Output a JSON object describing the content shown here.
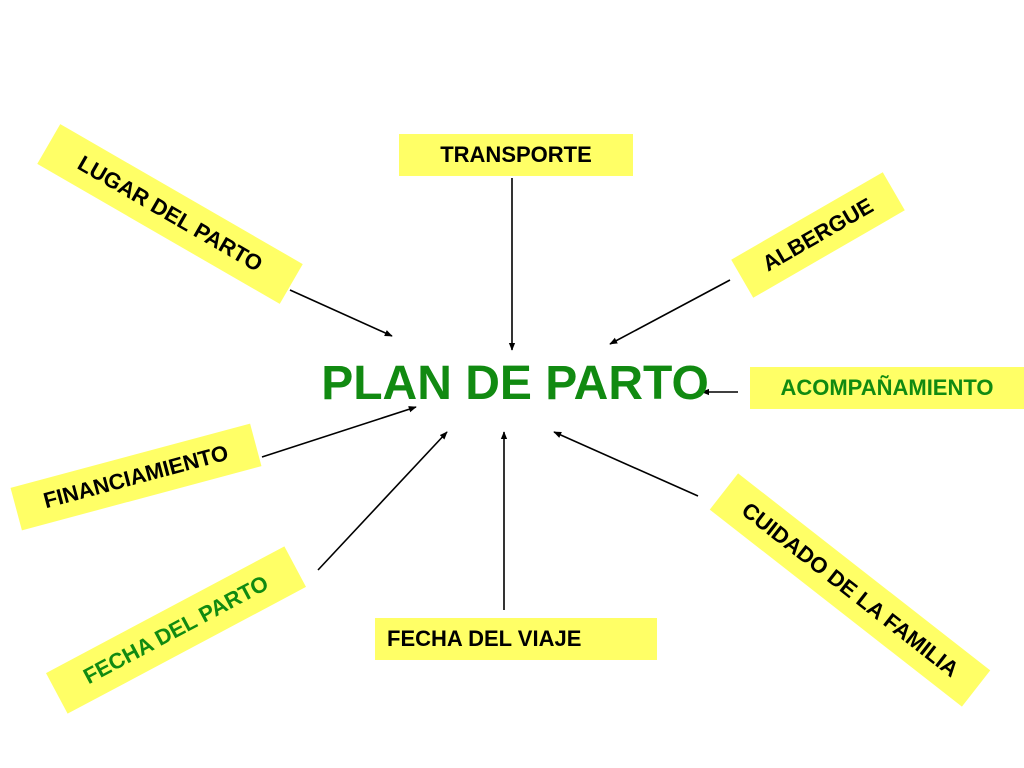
{
  "center": {
    "label": "PLAN DE PARTO"
  },
  "nodes": {
    "transporte": {
      "label": "TRANSPORTE"
    },
    "lugar": {
      "label": "LUGAR  DEL PARTO"
    },
    "albergue": {
      "label": "ALBERGUE"
    },
    "acompanamiento": {
      "label": "ACOMPAÑAMIENTO"
    },
    "financiamiento": {
      "label": "FINANCIAMIENTO"
    },
    "cuidado": {
      "label": "CUIDADO DE LA FAMILIA"
    },
    "fecha_parto": {
      "label": "FECHA DEL PARTO"
    },
    "fecha_viaje": {
      "label": "FECHA DEL VIAJE"
    }
  },
  "colors": {
    "box": "#ffff66",
    "accent": "#118a11",
    "text": "#000000",
    "arrow": "#000000"
  }
}
